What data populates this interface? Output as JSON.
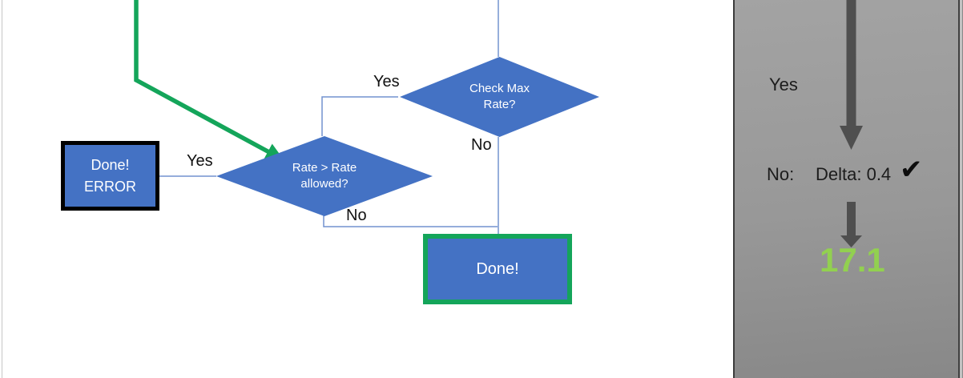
{
  "slide": {
    "flowchart": {
      "check_max_node": {
        "line1": "Check Max",
        "line2": "Rate?"
      },
      "rate_node": {
        "line1": "Rate > Rate",
        "line2": "allowed?"
      },
      "done_error_node": {
        "line1": "Done!",
        "line2": "ERROR"
      },
      "done_node": {
        "label": "Done!"
      },
      "labels": {
        "check_max_yes": "Yes",
        "check_max_no": "No",
        "rate_yes": "Yes",
        "rate_no": "No"
      }
    },
    "sidebar": {
      "yes_label": "Yes",
      "no_label": "No:",
      "delta_value": "Delta: 0.4",
      "check_glyph": "✔",
      "result_value": "17.1"
    },
    "colors": {
      "node_blue": "#4472c4",
      "connector_blue": "#7292cf",
      "accent_green": "#14a55a",
      "result_green": "#92d050",
      "arrow_gray": "#4f4f4f"
    }
  }
}
